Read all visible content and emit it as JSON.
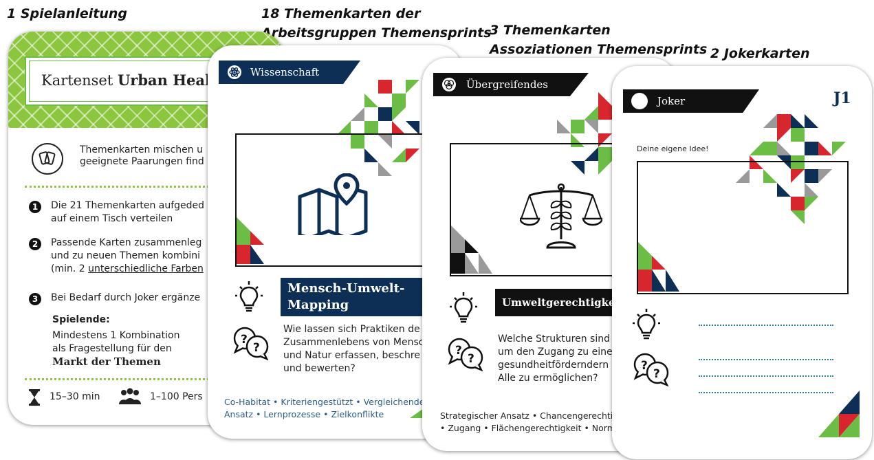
{
  "headings": {
    "rules": "1 Spielanleitung",
    "work_groups_1": "18 Themenkarten der",
    "work_groups_2": "Arbeitsgruppen Themensprints",
    "associations_1": "3 Themenkarten",
    "associations_2": "Assoziationen Themensprints",
    "jokers": "2 Jokerkarten"
  },
  "card_rules": {
    "title_prefix": "Kartenset ",
    "title_bold": "Urban Healt",
    "intro_1": "Themenkarten mischen u",
    "intro_2": "geeignete Paarungen find",
    "step1_1": "Die 21 Themenkarten aufgeded",
    "step1_2": "auf einem Tisch verteilen",
    "step2_1": "Passende Karten zusammenleg",
    "step2_2": "und zu neuen Themen kombini",
    "step2_3_prefix": "(min. 2 ",
    "step2_3_link": "unterschiedliche Farben",
    "step3": "Bei Bedarf durch Joker ergänze",
    "end_title": "Spielende:",
    "end_1": "Mindestens 1 Kombination",
    "end_2": "als Fragestellung für den",
    "end_3": "Markt der Themen",
    "duration": "15–30 min",
    "players": "1–100 Pers"
  },
  "card_science": {
    "category": "Wissenschaft",
    "title_1": "Mensch-Umwelt-",
    "title_2": "Mapping",
    "question_1": "Wie lassen sich Praktiken de",
    "question_2": "Zusammenlebens von Mensc",
    "question_3": "und Natur erfassen, beschre",
    "question_4": "und bewerten?",
    "tags_1": "Co-Habitat • Kriteriengestützt • Vergleichender",
    "tags_2": "Ansatz • Lernprozesse • Zielkonflikte"
  },
  "card_cross": {
    "category": "Übergreifendes",
    "title": "Umweltgerechtigkeit",
    "question_1": "Welche Strukturen sind",
    "question_2": "um den Zugang zu eine",
    "question_3": "gesundheitförderndern a",
    "question_4": "Alle zu ermöglichen?",
    "tags_1": "Strategischer Ansatz • Chancengerechtig",
    "tags_2": "• Zugang • Flächengerechtigkeit • Normat"
  },
  "card_joker": {
    "category": "Joker",
    "code": "J1",
    "prompt": "Deine eigene Idee!"
  },
  "colors": {
    "green": "#6cbd45",
    "red": "#d7262e",
    "navy": "#0d2f55",
    "gray": "#9a9a9a",
    "blue_text": "#2b5d88"
  },
  "icons": [
    "cards-icon",
    "hourglass-icon",
    "people-icon",
    "atom-icon",
    "map-pin-icon",
    "lightbulb-icon",
    "speech-question-icon",
    "venn-icon",
    "scales-icon",
    "circle-icon"
  ]
}
